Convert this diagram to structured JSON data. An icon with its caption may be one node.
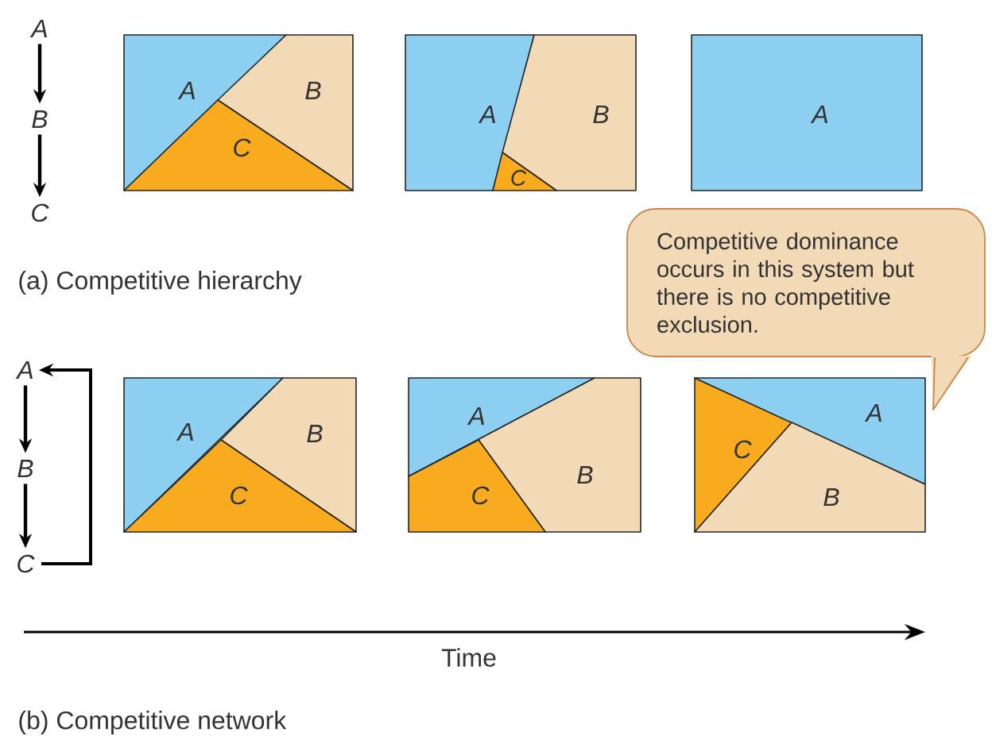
{
  "diagram": {
    "nodes": [
      {
        "text": [
          "A"
        ]
      },
      {
        "text": [
          "B"
        ]
      },
      {
        "text": [
          "C"
        ]
      },
      {
        "text": [
          "A"
        ]
      },
      {
        "text": [
          "B"
        ]
      },
      {
        "text": [
          "C"
        ]
      },
      {
        "text": [
          "A"
        ]
      },
      {
        "text": [
          "B"
        ]
      },
      {
        "text": [
          "C"
        ]
      },
      {
        "text": [
          "A"
        ]
      },
      {
        "text": [
          "Competitive dominance occurs in this system but there is no competitive exclusion."
        ]
      },
      {
        "text": [
          "A"
        ]
      },
      {
        "text": [
          "B"
        ]
      },
      {
        "text": [
          "C"
        ]
      },
      {
        "text": [
          "A"
        ]
      },
      {
        "text": [
          "B"
        ]
      },
      {
        "text": [
          "C"
        ]
      },
      {
        "text": [
          "A"
        ]
      },
      {
        "text": [
          "B"
        ]
      },
      {
        "text": [
          "C"
        ]
      },
      {
        "text": [
          "C"
        ]
      },
      {
        "text": [
          "A"
        ]
      },
      {
        "text": [
          "B"
        ]
      }
    ],
    "edges": [
      {
        "from": 0,
        "to": 1,
        "arrow": "to"
      },
      {
        "from": 1,
        "to": 2,
        "arrow": "to"
      },
      {
        "from": 11,
        "to": 12,
        "arrow": "to"
      },
      {
        "from": 12,
        "to": 13,
        "arrow": "to"
      },
      {
        "from": 13,
        "to": 11,
        "arrow": "to"
      }
    ],
    "labels": [
      "(a) Competitive hierarchy",
      "Time",
      "(b) Competitive network"
    ]
  }
}
